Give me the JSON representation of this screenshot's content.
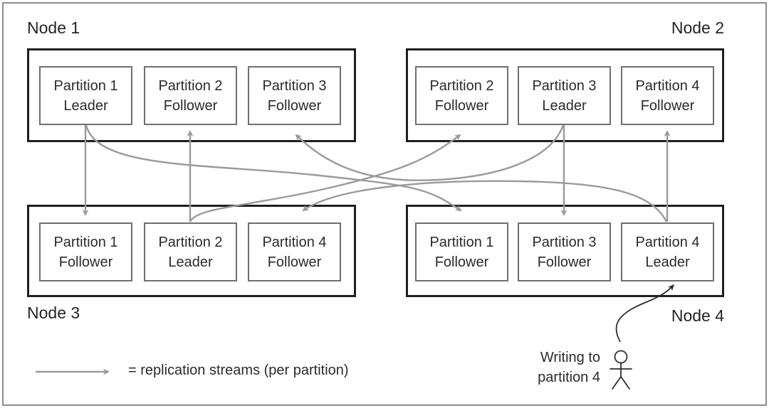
{
  "nodes": [
    {
      "label": "Node 1",
      "partitions": [
        {
          "line1": "Partition 1",
          "line2": "Leader"
        },
        {
          "line1": "Partition 2",
          "line2": "Follower"
        },
        {
          "line1": "Partition 3",
          "line2": "Follower"
        }
      ]
    },
    {
      "label": "Node 2",
      "partitions": [
        {
          "line1": "Partition 2",
          "line2": "Follower"
        },
        {
          "line1": "Partition 3",
          "line2": "Leader"
        },
        {
          "line1": "Partition 4",
          "line2": "Follower"
        }
      ]
    },
    {
      "label": "Node 3",
      "partitions": [
        {
          "line1": "Partition 1",
          "line2": "Follower"
        },
        {
          "line1": "Partition 2",
          "line2": "Leader"
        },
        {
          "line1": "Partition 4",
          "line2": "Follower"
        }
      ]
    },
    {
      "label": "Node 4",
      "partitions": [
        {
          "line1": "Partition 1",
          "line2": "Follower"
        },
        {
          "line1": "Partition 3",
          "line2": "Follower"
        },
        {
          "line1": "Partition 4",
          "line2": "Leader"
        }
      ]
    }
  ],
  "legend": {
    "label": "= replication streams (per partition)"
  },
  "writer": {
    "line1": "Writing to",
    "line2": "partition 4"
  },
  "replication_streams": [
    {
      "partition": "Partition 1",
      "leader": "Node 1",
      "followers": [
        "Node 3",
        "Node 4"
      ]
    },
    {
      "partition": "Partition 2",
      "leader": "Node 3",
      "followers": [
        "Node 1",
        "Node 2"
      ]
    },
    {
      "partition": "Partition 3",
      "leader": "Node 2",
      "followers": [
        "Node 1",
        "Node 4"
      ]
    },
    {
      "partition": "Partition 4",
      "leader": "Node 4",
      "followers": [
        "Node 2",
        "Node 3"
      ]
    }
  ],
  "colors": {
    "arrow": "#9a9a9a",
    "node_border": "#1f1f1f",
    "partition_border": "#6f6f6f",
    "text": "#2b2b2b",
    "writer_arrow": "#2f2f2f",
    "frame_border": "#8f8f8f"
  }
}
